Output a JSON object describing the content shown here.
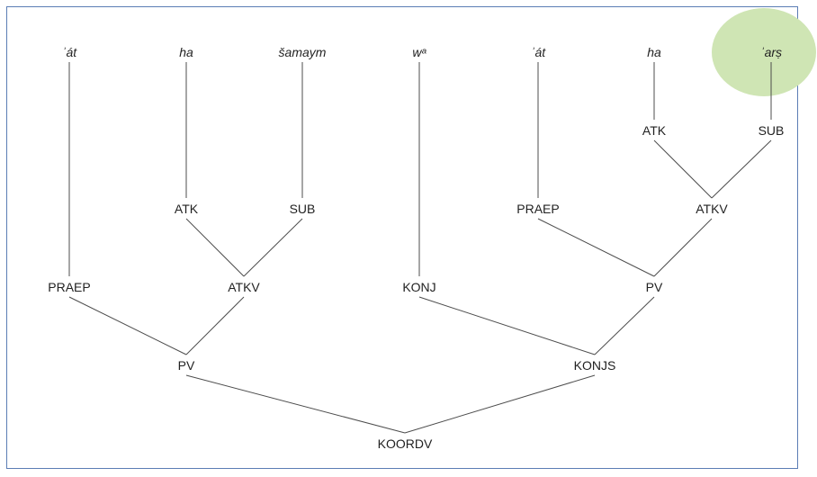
{
  "diagram": {
    "highlight_color": "#cfe5b4",
    "frame_color": "#5b7db5",
    "nodes": [
      {
        "id": "w1",
        "label": "ʾát",
        "kind": "word"
      },
      {
        "id": "w2",
        "label": "ha",
        "kind": "word"
      },
      {
        "id": "w3",
        "label": "šamaym",
        "kind": "word"
      },
      {
        "id": "w4",
        "label": "wᵃ",
        "kind": "word"
      },
      {
        "id": "w5",
        "label": "ʾát",
        "kind": "word"
      },
      {
        "id": "w6",
        "label": "ha",
        "kind": "word"
      },
      {
        "id": "w7",
        "label": "ʾarṣ",
        "kind": "word",
        "highlighted": true
      },
      {
        "id": "atk1",
        "label": "ATK"
      },
      {
        "id": "sub1",
        "label": "SUB"
      },
      {
        "id": "praep2",
        "label": "PRAEP"
      },
      {
        "id": "atkv2",
        "label": "ATKV"
      },
      {
        "id": "atk2",
        "label": "ATK"
      },
      {
        "id": "sub2",
        "label": "SUB"
      },
      {
        "id": "praep1",
        "label": "PRAEP"
      },
      {
        "id": "atkv1",
        "label": "ATKV"
      },
      {
        "id": "konj",
        "label": "KONJ"
      },
      {
        "id": "pv2",
        "label": "PV"
      },
      {
        "id": "pv1",
        "label": "PV"
      },
      {
        "id": "konjs",
        "label": "KONJS"
      },
      {
        "id": "koordv",
        "label": "KOORDV"
      }
    ],
    "edges": [
      [
        "w1",
        "praep1"
      ],
      [
        "w2",
        "atk1"
      ],
      [
        "w3",
        "sub1"
      ],
      [
        "atk1",
        "atkv1"
      ],
      [
        "sub1",
        "atkv1"
      ],
      [
        "praep1",
        "pv1"
      ],
      [
        "atkv1",
        "pv1"
      ],
      [
        "w4",
        "konj"
      ],
      [
        "w5",
        "praep2"
      ],
      [
        "w6",
        "atk2"
      ],
      [
        "w7",
        "sub2"
      ],
      [
        "atk2",
        "atkv2"
      ],
      [
        "sub2",
        "atkv2"
      ],
      [
        "praep2",
        "pv2"
      ],
      [
        "atkv2",
        "pv2"
      ],
      [
        "konj",
        "konjs"
      ],
      [
        "pv2",
        "konjs"
      ],
      [
        "pv1",
        "koordv"
      ],
      [
        "konjs",
        "koordv"
      ]
    ]
  }
}
